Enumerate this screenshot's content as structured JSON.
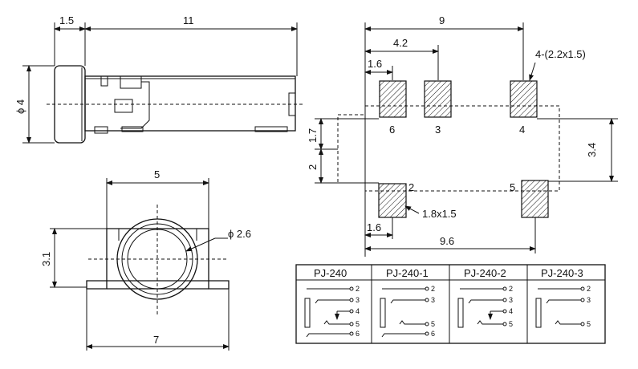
{
  "side_view": {
    "dim_top_left": "1.5",
    "dim_top_right": "11",
    "dim_dia": "ϕ 4"
  },
  "front_view": {
    "dim_width_top": "5",
    "dim_height": "3.1",
    "dim_dia": "ϕ 2.6",
    "dim_width_bottom": "7"
  },
  "footprint": {
    "dim_9": "9",
    "dim_4_2": "4.2",
    "dim_1_6_top": "1.6",
    "dim_pads4": "4-(2.2x1.5)",
    "dim_1_7": "1.7",
    "dim_2": "2",
    "dim_3_4": "3.4",
    "dim_pad2": "1.8x1.5",
    "dim_1_6_bottom": "1.6",
    "dim_9_6": "9.6",
    "pads": [
      "6",
      "3",
      "4",
      "2",
      "5"
    ]
  },
  "table": {
    "headers": [
      "PJ-240",
      "PJ-240-1",
      "PJ-240-2",
      "PJ-240-3"
    ],
    "pins_a": [
      "2",
      "3",
      "4",
      "5",
      "6"
    ],
    "pins_b": [
      "2",
      "3",
      "5",
      "6"
    ],
    "pins_c": [
      "2",
      "3",
      "4",
      "5"
    ],
    "pins_d": [
      "2",
      "3",
      "5"
    ]
  }
}
